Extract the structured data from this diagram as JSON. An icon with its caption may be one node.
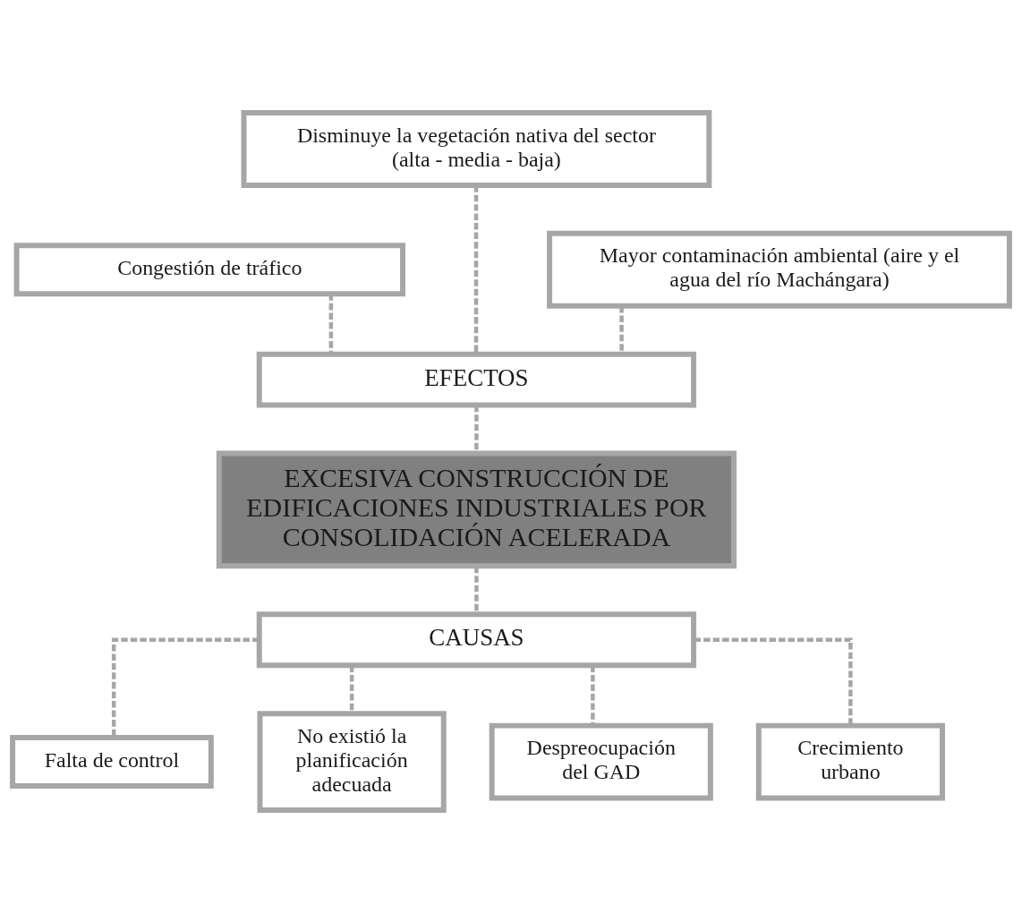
{
  "diagram": {
    "nodes": [
      {
        "text": [
          "Disminuye la vegetación nativa del sector (alta - media - baja)"
        ]
      },
      {
        "text": [
          "Mayor contaminación ambiental (aire y el agua del río Machángara)"
        ]
      },
      {
        "text": [
          "Congestión de tráfico"
        ]
      },
      {
        "text": [
          "EFECTOS"
        ]
      },
      {
        "text": [
          "EXCESIVA CONSTRUCCIÓN DE EDIFICACIONES INDUSTRIALES POR CONSOLIDACIÓN ACELERADA"
        ]
      },
      {
        "text": [
          "CAUSAS"
        ]
      },
      {
        "text": [
          "Falta de control"
        ]
      },
      {
        "text": [
          "No existió la planificación adecuada"
        ]
      },
      {
        "text": [
          "Despreocupación del GAD"
        ]
      },
      {
        "text": [
          "Crecimiento urbano"
        ]
      }
    ],
    "edges": [
      {
        "from": 0,
        "to": 3,
        "arrow": "none",
        "style": "dashed"
      },
      {
        "from": 1,
        "to": 3,
        "arrow": "none",
        "style": "dashed"
      },
      {
        "from": 2,
        "to": 3,
        "arrow": "none",
        "style": "dashed"
      },
      {
        "from": 3,
        "to": 4,
        "arrow": "none",
        "style": "dashed"
      },
      {
        "from": 4,
        "to": 5,
        "arrow": "none",
        "style": "dashed"
      },
      {
        "from": 5,
        "to": 6,
        "arrow": "none",
        "style": "dashed"
      },
      {
        "from": 5,
        "to": 7,
        "arrow": "none",
        "style": "dashed"
      },
      {
        "from": 5,
        "to": 8,
        "arrow": "none",
        "style": "dashed"
      },
      {
        "from": 5,
        "to": 9,
        "arrow": "none",
        "style": "dashed"
      }
    ]
  }
}
